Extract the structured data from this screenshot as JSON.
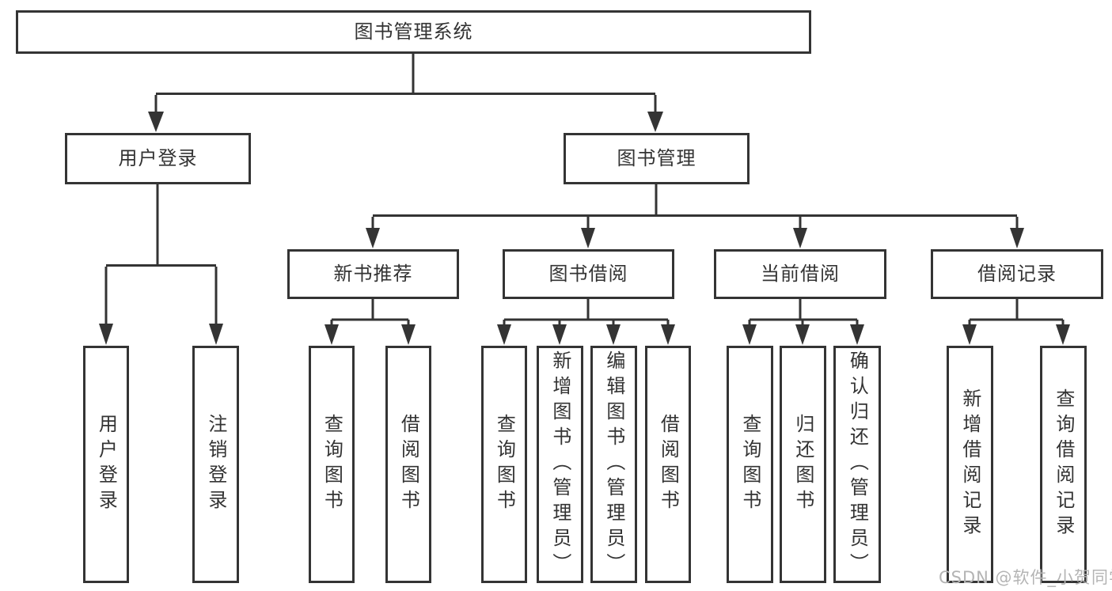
{
  "tree": {
    "root": "图书管理系统",
    "level2": [
      "用户登录",
      "图书管理"
    ],
    "book_mgmt_children": [
      "新书推荐",
      "图书借阅",
      "当前借阅",
      "借阅记录"
    ],
    "user_login_children": [
      "用户登录",
      "注销登录"
    ],
    "new_book_children": [
      "查询图书",
      "借阅图书"
    ],
    "book_borrow_children": [
      "查询图书",
      "新增图书（管理员）",
      "编辑图书（管理员）",
      "借阅图书"
    ],
    "current_borrow_children": [
      "查询图书",
      "归还图书",
      "确认归还（管理员）"
    ],
    "borrow_record_children": [
      "新增借阅记录",
      "查询借阅记录"
    ]
  },
  "watermark": "CSDN @软件_小贺同学",
  "colors": {
    "line": "#343434",
    "box_border": "#343434",
    "text": "#333333",
    "watermark": "#b4b4b4",
    "background": "#ffffff"
  }
}
